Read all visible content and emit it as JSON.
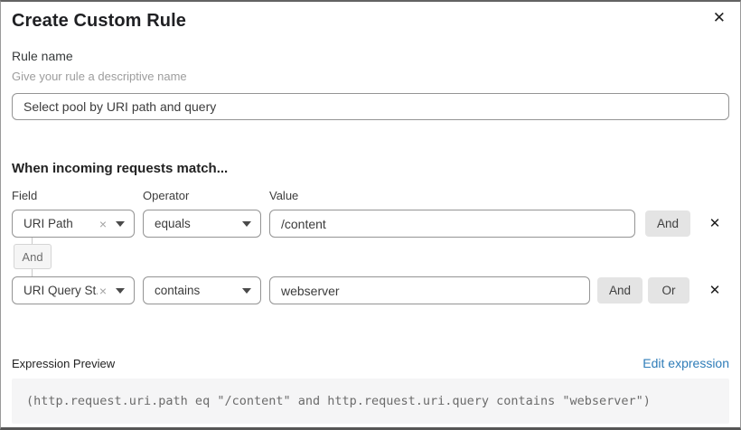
{
  "dialog": {
    "title": "Create Custom Rule"
  },
  "icons": {
    "close": "✕",
    "remove": "✕",
    "clear": "×"
  },
  "rule_name": {
    "label": "Rule name",
    "hint": "Give your rule a descriptive name",
    "value": "Select pool by URI path and query"
  },
  "matcher": {
    "heading": "When incoming requests match...",
    "column_headers": [
      "Field",
      "Operator",
      "Value"
    ],
    "connector": "And",
    "rows": [
      {
        "field": "URI Path",
        "operator": "equals",
        "value": "/content",
        "buttons": [
          "And"
        ]
      },
      {
        "field": "URI Query St...",
        "operator": "contains",
        "value": "webserver",
        "buttons": [
          "And",
          "Or"
        ]
      }
    ]
  },
  "expression": {
    "label": "Expression Preview",
    "edit_link": "Edit expression",
    "code": "(http.request.uri.path eq \"/content\" and http.request.uri.query contains \"webserver\")"
  },
  "colors": {
    "link_blue": "#2e7cb8",
    "logic_button_gray": "#e4e4e4",
    "code_background": "#f5f5f6",
    "input_border": "#949494"
  }
}
